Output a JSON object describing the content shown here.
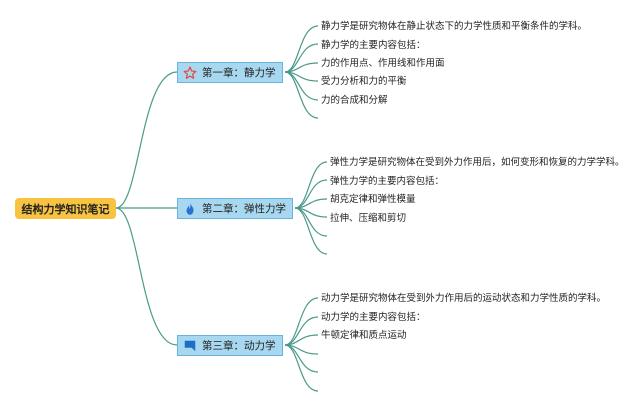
{
  "root": {
    "label": "结构力学知识笔记"
  },
  "chapters": [
    {
      "label": "第一章：静力学",
      "icon": "star-outline-icon",
      "icon_color": "#e8413c",
      "items": [
        "静力学是研究物体在静止状态下的力学性质和平衡条件的学科。",
        "静力学的主要内容包括：",
        "力的作用点、作用线和作用面",
        "受力分析和力的平衡",
        "力的合成和分解"
      ]
    },
    {
      "label": "第二章：弹性力学",
      "icon": "flame-icon",
      "icon_color": "#2f6fd0",
      "items": [
        "弹性力学是研究物体在受到外力作用后，如何变形和恢复的力学学科。",
        "弹性力学的主要内容包括：",
        "胡克定律和弹性模量",
        "拉伸、压缩和剪切",
        ""
      ]
    },
    {
      "label": "第三章：动力学",
      "icon": "flag-square-icon",
      "icon_color": "#1d6fc4",
      "items": [
        "动力学是研究物体在受到外力作用后的运动状态和力学性质的学科。",
        "动力学的主要内容包括：",
        "牛顿定律和质点运动",
        "",
        ""
      ]
    }
  ],
  "colors": {
    "root_fill": "#f7c340",
    "chapter_fill": "#a8d8f0",
    "chapter_border": "#6ab3dd",
    "link": "#4a9a8a"
  }
}
